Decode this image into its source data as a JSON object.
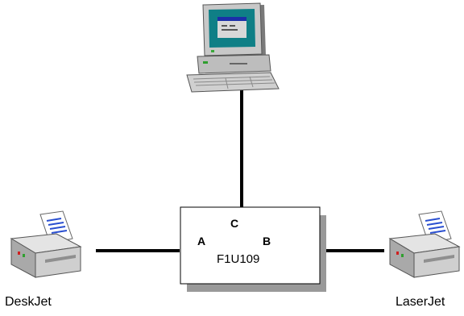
{
  "switch": {
    "port_a": "A",
    "port_b": "B",
    "port_c": "C",
    "model": "F1U109"
  },
  "devices": {
    "left_printer": "DeskJet",
    "right_printer": "LaserJet",
    "top_icon": "computer-icon"
  },
  "colors": {
    "cable": "#000000",
    "box_fill": "#ffffff",
    "box_shadow": "#999999"
  }
}
